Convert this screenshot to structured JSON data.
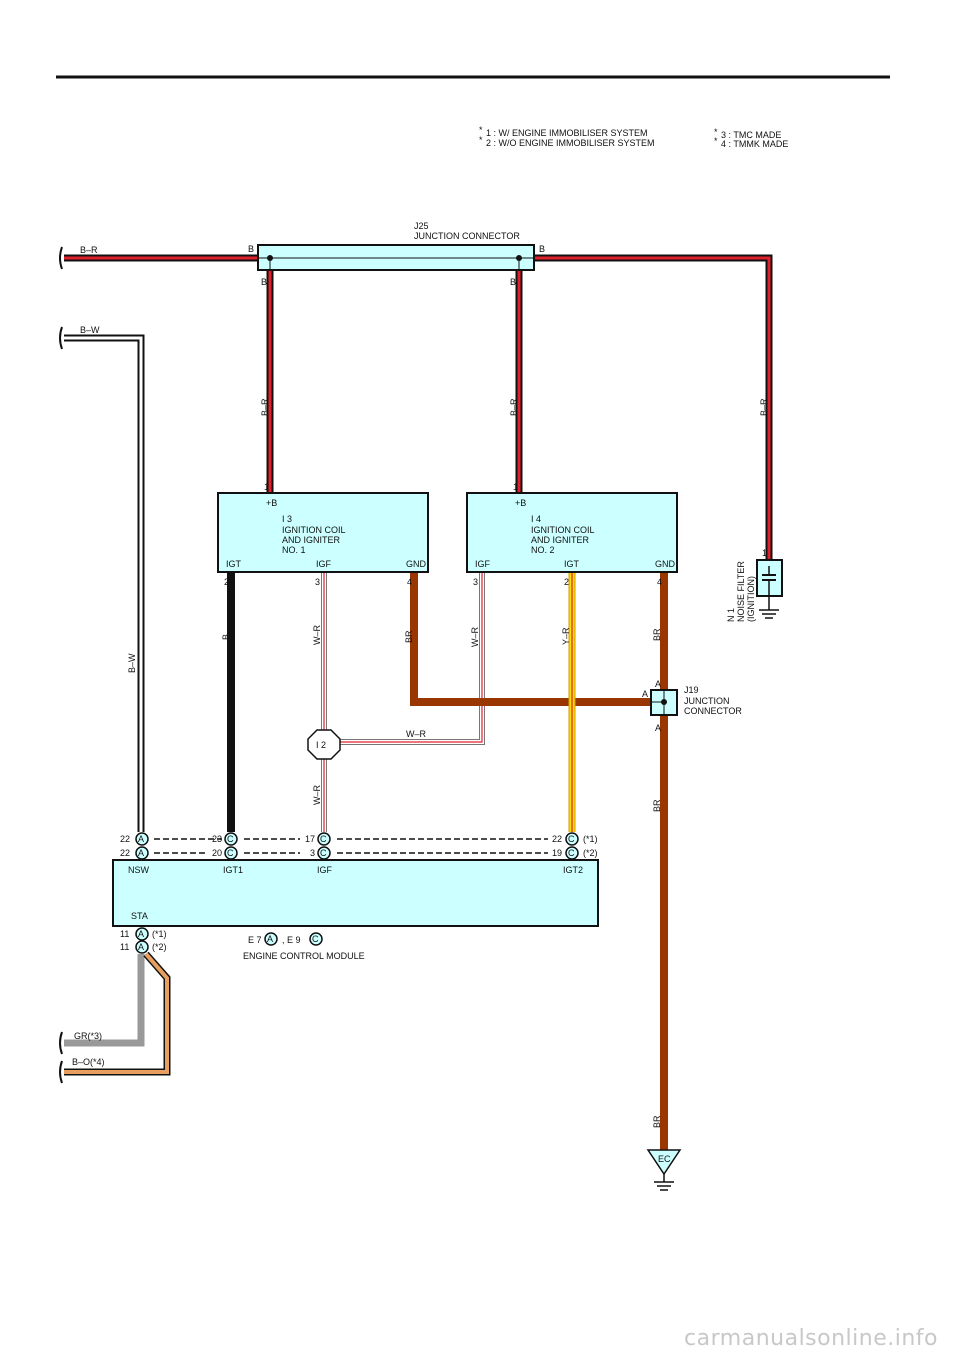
{
  "notes": {
    "n1": "1 : W/ ENGINE IMMOBILISER SYSTEM",
    "n2": "2 : W/O ENGINE IMMOBILISER SYSTEM",
    "n3": "3 : TMC MADE",
    "n4": "4 : TMMK MADE",
    "star": "*"
  },
  "j25": {
    "code": "J25",
    "name": "JUNCTION CONNECTOR",
    "pin_b": "B"
  },
  "j19": {
    "code": "J19",
    "name1": "JUNCTION",
    "name2": "CONNECTOR",
    "pin_a": "A"
  },
  "i3": {
    "pwr": "+B",
    "code": "I 3",
    "l1": "IGNITION COIL",
    "l2": "AND IGNITER",
    "l3": "NO. 1",
    "igt": "IGT",
    "igf": "IGF",
    "gnd": "GND",
    "p1": "1",
    "p2": "2",
    "p3": "3",
    "p4": "4"
  },
  "i4": {
    "pwr": "+B",
    "code": "I 4",
    "l1": "IGNITION COIL",
    "l2": "AND IGNITER",
    "l3": "NO. 2",
    "igf": "IGF",
    "igt": "IGT",
    "gnd": "GND",
    "p1": "1",
    "p3": "3",
    "p2": "2",
    "p4": "4"
  },
  "n1": {
    "code": "N 1",
    "l1": "NOISE FILTER",
    "l2": "(IGNITION)",
    "pin": "1"
  },
  "i2": {
    "code": "I 2"
  },
  "ec": {
    "code": "EC"
  },
  "ecm": {
    "nsw": "NSW",
    "igt1": "IGT1",
    "igf": "IGF",
    "igt2": "IGT2",
    "sta": "STA",
    "name": "ENGINE CONTROL MODULE",
    "codes": "E 7",
    "codes2": ",   E 9",
    "conn_a": "A",
    "conn_c": "C",
    "p22": "22",
    "p23": "23",
    "p20": "20",
    "p17": "17",
    "p3": "3",
    "p19": "19",
    "p11": "11",
    "v1": "(*1)",
    "v2": "(*2)"
  },
  "wires": {
    "br": "B–R",
    "bw": "B–W",
    "b": "B",
    "wr": "W–R",
    "brn": "BR",
    "yr": "Y–R",
    "gr": "GR(*3)",
    "bo": "B–O(*4)"
  },
  "colors": {
    "panel": "#ccffff",
    "red": "#e0202a",
    "brown": "#9a3600",
    "yellow": "#ffdd00",
    "gray": "#999999",
    "orange": "#e8a060"
  },
  "footer": "carmanualsonline.info"
}
